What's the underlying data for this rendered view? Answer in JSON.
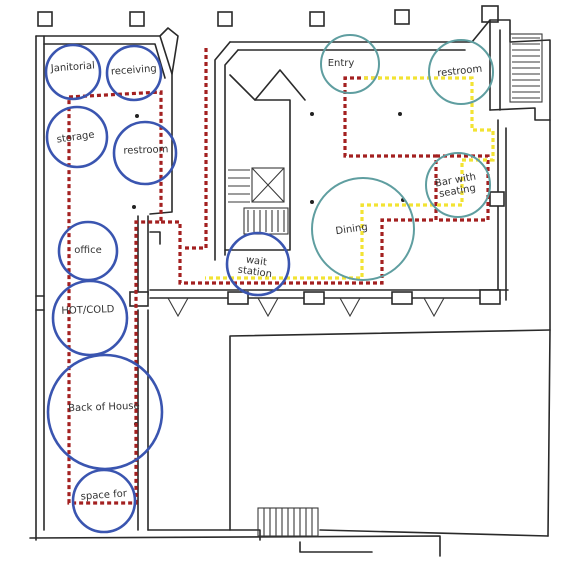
{
  "colors": {
    "back_of_house": "#3a55b0",
    "front_of_house": "#5f9ea0",
    "service_route": "#a32020",
    "guest_route": "#f2e333",
    "walls": "#2a2a2a"
  },
  "zones": [
    {
      "id": "janitorial",
      "label": "Janitorial",
      "group": "back_of_house"
    },
    {
      "id": "receiving",
      "label": "receiving",
      "group": "back_of_house"
    },
    {
      "id": "storage",
      "label": "storage",
      "group": "back_of_house"
    },
    {
      "id": "restroom-back",
      "label": "restroom",
      "group": "back_of_house"
    },
    {
      "id": "office",
      "label": "office",
      "group": "back_of_house"
    },
    {
      "id": "hot-cold",
      "label": "HOT/COLD",
      "group": "back_of_house"
    },
    {
      "id": "back-of-house",
      "label": "Back of House",
      "group": "back_of_house"
    },
    {
      "id": "space-for",
      "label": "space for",
      "group": "back_of_house"
    },
    {
      "id": "wait-station",
      "label": "wait station",
      "group": "back_of_house"
    },
    {
      "id": "entry",
      "label": "Entry",
      "group": "front_of_house"
    },
    {
      "id": "restroom-front",
      "label": "restroom",
      "group": "front_of_house"
    },
    {
      "id": "bar",
      "label": "Bar with seating",
      "group": "front_of_house"
    },
    {
      "id": "dining",
      "label": "Dining",
      "group": "front_of_house"
    }
  ]
}
